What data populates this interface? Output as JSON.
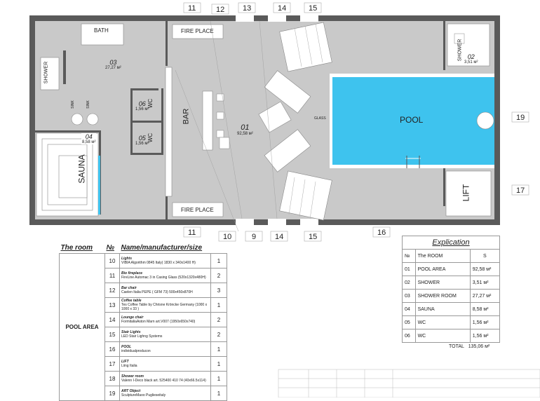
{
  "plan": {
    "rooms": {
      "bath": "BATH",
      "fireplace_top": "FIRE PLACE",
      "fireplace_bottom": "FIRE PLACE",
      "shower_left": "SHOWER",
      "shower_right": "SHOWER",
      "sauna": "SAUNA",
      "bar": "BAR",
      "wc_top": "WC",
      "wc_bottom": "WC",
      "pool": "POOL",
      "lift": "LIFT",
      "glass": "GLASS",
      "sink1": "SINK",
      "sink2": "SINK"
    },
    "room_tags": [
      {
        "key": "r03",
        "num": "03",
        "area": "27,27 м²"
      },
      {
        "key": "r02",
        "num": "02",
        "area": "3,51 м²"
      },
      {
        "key": "r06",
        "num": "06",
        "area": "1,56 м²"
      },
      {
        "key": "r05",
        "num": "05",
        "area": "1,56 м²"
      },
      {
        "key": "r04",
        "num": "04",
        "area": "8,58 м²"
      },
      {
        "key": "r01",
        "num": "01",
        "area": "92,58 м²"
      }
    ],
    "callouts": {
      "c11t": "11",
      "c12": "12",
      "c13": "13",
      "c14t": "14",
      "c15t": "15",
      "c19": "19",
      "c17": "17",
      "c11b": "11",
      "c10": "10",
      "c9": "9",
      "c14b": "14",
      "c15b": "15",
      "c16": "16"
    }
  },
  "furniture_table": {
    "header_room": "The room",
    "header_no": "№",
    "header_name": "Name/manufacturer/size",
    "room_name": "POOL AREA",
    "rows": [
      {
        "no": "10",
        "title": "Lights",
        "detail": "VIBIA Algorithm 0845 Italy( 1830 х 340х1400 Н)",
        "qty": "1"
      },
      {
        "no": "11",
        "title": "Bio fireplace",
        "detail": "FireLine Automac 3 in Casing Glass (520х1320х480H)",
        "qty": "2"
      },
      {
        "no": "12",
        "title": "Bar chair",
        "detail": "Caelen Italia PEPE ( GFM 73) 500х450х870H",
        "qty": "3"
      },
      {
        "no": "13",
        "title": "Coffee table",
        "detail": "Tes Coffee Table by Chrisne Kröncke Germany (1000 х 1000 х 33 )",
        "qty": "1"
      },
      {
        "no": "14",
        "title": "Lounge chair",
        "detail": "FormitaliaAston Marn art.V007 (1950х650х740)",
        "qty": "2"
      },
      {
        "no": "15",
        "title": "Stair Lights",
        "detail": "LED Stair Lighng Systems",
        "qty": "2"
      },
      {
        "no": "16",
        "title": "POOL",
        "detail": "individualproducon",
        "qty": "1"
      },
      {
        "no": "17",
        "title": "LIFT",
        "detail": "Liing Italia",
        "qty": "1"
      },
      {
        "no": "18",
        "title": "Shower room",
        "detail": "Valenn I-Deco black art. 525400 410 74 (40х66.5х114)",
        "qty": "1"
      },
      {
        "no": "19",
        "title": "ART Object",
        "detail": "SculptureMaoo Puglieseitaly",
        "qty": "1"
      }
    ]
  },
  "explication": {
    "title": "Explication",
    "col_no": "№",
    "col_room": "The ROOM",
    "col_s": "S",
    "rows": [
      {
        "no": "01",
        "room": "POOL AREA",
        "s": "92,58 м²"
      },
      {
        "no": "02",
        "room": "SHOWER",
        "s": "3,51 м²"
      },
      {
        "no": "03",
        "room": "SHOWER ROOM",
        "s": "27,27 м²"
      },
      {
        "no": "04",
        "room": "SAUNA",
        "s": "8,58 м²"
      },
      {
        "no": "05",
        "room": "WC",
        "s": "1,56 м²"
      },
      {
        "no": "06",
        "room": "WC",
        "s": "1,56 м²"
      }
    ],
    "total_label": "TOTAL",
    "total_value": "135,06 м²"
  },
  "colors": {
    "wall": "#5a5a5a",
    "floor": "#c9c9c9",
    "pool": "#3ec3ee",
    "furniture": "#ffffff"
  }
}
